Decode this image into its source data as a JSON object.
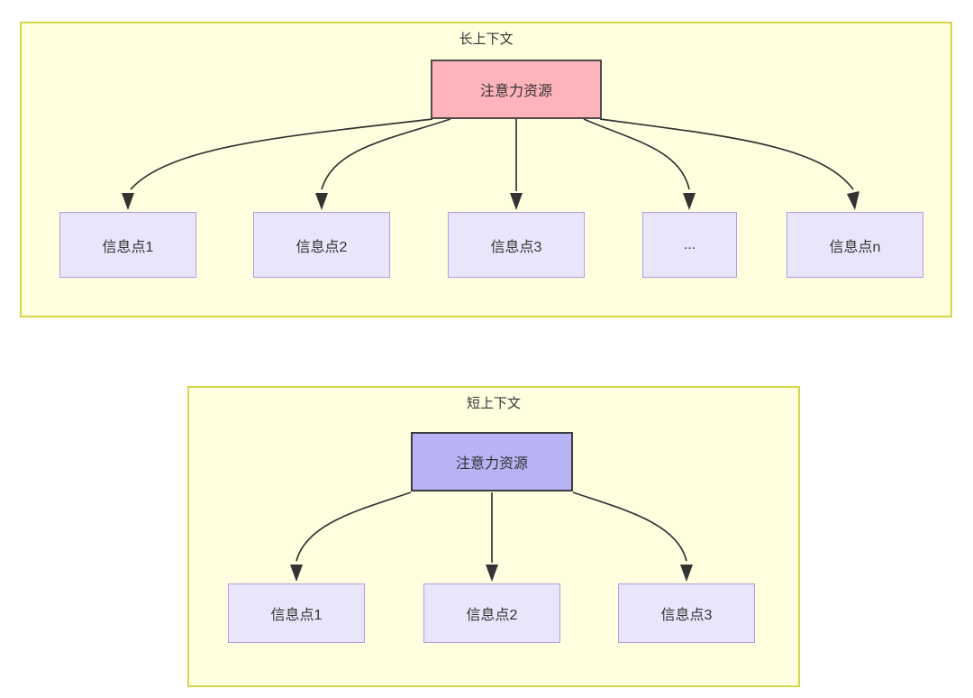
{
  "diagram": {
    "title_top": "长上下文",
    "title_bottom": "短上下文",
    "colors": {
      "panel_fill": "#ffffe0",
      "panel_border": "#d6d64b",
      "attention_long_fill": "#ffb3ba",
      "attention_long_border": "#4d4d4d",
      "attention_short_fill": "#b8b3f5",
      "attention_short_border": "#3d3d3d",
      "info_fill": "#e9e6fb",
      "info_border": "#b49ae0",
      "edge": "#333333",
      "text": "#333333"
    }
  },
  "long_context": {
    "panel_title": "长上下文",
    "root": {
      "label": "注意力资源"
    },
    "children": [
      {
        "label": "信息点1"
      },
      {
        "label": "信息点2"
      },
      {
        "label": "信息点3"
      },
      {
        "label": "..."
      },
      {
        "label": "信息点n"
      }
    ]
  },
  "short_context": {
    "panel_title": "短上下文",
    "root": {
      "label": "注意力资源"
    },
    "children": [
      {
        "label": "信息点1"
      },
      {
        "label": "信息点2"
      },
      {
        "label": "信息点3"
      }
    ]
  }
}
